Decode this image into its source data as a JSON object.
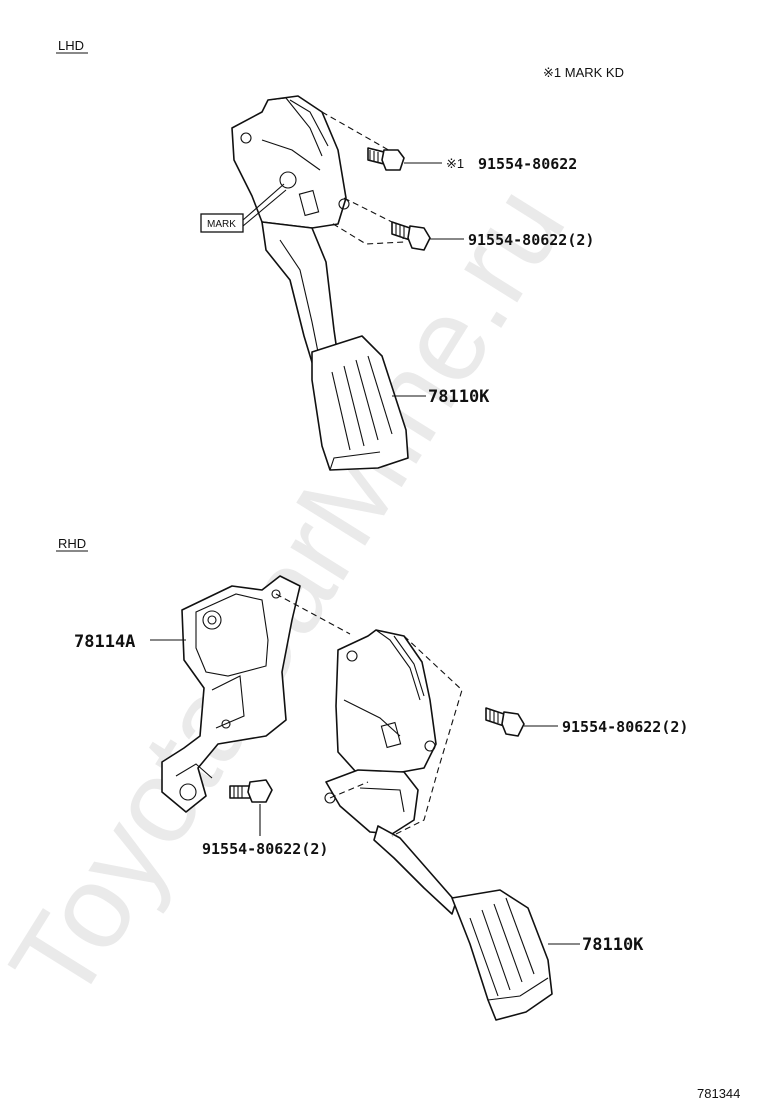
{
  "watermark": "ToyotaCarMine.ru",
  "diagram_id": "781344",
  "lhd": {
    "section_label": "LHD",
    "note": "※1 MARK KD",
    "mark_label": "MARK",
    "callouts": {
      "bolt_marked": {
        "prefix": "※1",
        "part": "91554-80622"
      },
      "bolt_lower": "91554-80622(2)",
      "pedal": "78110K"
    }
  },
  "rhd": {
    "section_label": "RHD",
    "callouts": {
      "bracket": "78114A",
      "bolt_right": "91554-80622(2)",
      "bolt_left": "91554-80622(2)",
      "pedal": "78110K"
    }
  }
}
